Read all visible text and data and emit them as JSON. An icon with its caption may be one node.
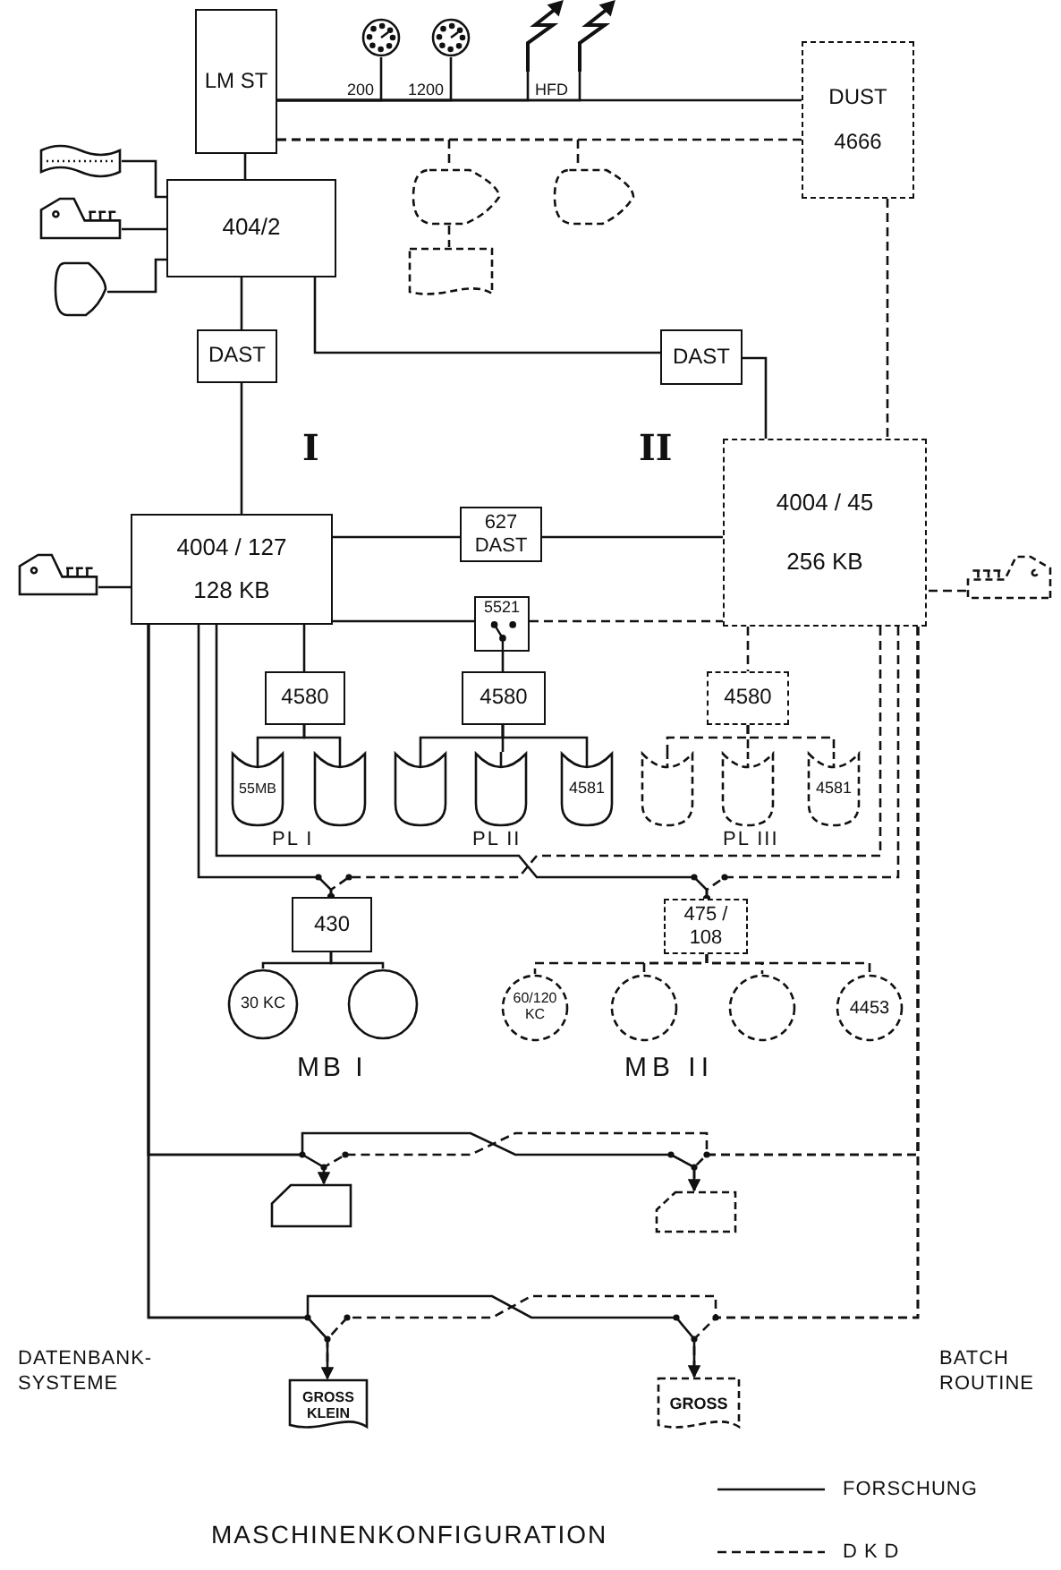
{
  "diagram": {
    "caption": "MASCHINENKONFIGURATION",
    "nodes": [
      {
        "text": [
          "LM ST"
        ]
      },
      {
        "text": [
          "DUST",
          "4666"
        ]
      },
      {
        "text": [
          "404/2"
        ]
      },
      {
        "text": [],
        "shape": "tape"
      },
      {
        "text": [],
        "shape": "console"
      },
      {
        "text": [],
        "shape": "display"
      },
      {
        "text": [
          "DAST"
        ]
      },
      {
        "text": [
          "DAST"
        ]
      },
      {
        "text": [
          "4004 / 127",
          "128 KB"
        ]
      },
      {
        "text": [
          "4004 / 45",
          "256 KB"
        ]
      },
      {
        "text": [
          "627",
          "DAST"
        ]
      },
      {
        "text": [
          "5521"
        ]
      },
      {
        "text": [],
        "shape": "console"
      },
      {
        "text": [],
        "shape": "console"
      },
      {
        "text": [
          "4580"
        ]
      },
      {
        "text": [
          "4580"
        ]
      },
      {
        "text": [
          "4580"
        ]
      },
      {
        "text": [
          "55MB"
        ]
      },
      {
        "text": [],
        "shape": "cylinder"
      },
      {
        "text": [],
        "shape": "cylinder"
      },
      {
        "text": [],
        "shape": "cylinder"
      },
      {
        "text": [
          "4581"
        ]
      },
      {
        "text": [],
        "shape": "cylinder"
      },
      {
        "text": [],
        "shape": "cylinder"
      },
      {
        "text": [
          "4581"
        ]
      },
      {
        "text": [],
        "shape": "display"
      },
      {
        "text": [],
        "shape": "display"
      },
      {
        "text": [],
        "shape": "document"
      },
      {
        "text": [],
        "shape": "dial"
      },
      {
        "text": [],
        "shape": "dial"
      },
      {
        "text": [],
        "shape": "lightning"
      },
      {
        "text": [],
        "shape": "lightning"
      },
      {
        "text": [
          "430"
        ]
      },
      {
        "text": [
          "475 / 108"
        ]
      },
      {
        "text": [
          "30 KC"
        ]
      },
      {
        "text": [],
        "shape": "circle"
      },
      {
        "text": [
          "60/120 KC"
        ]
      },
      {
        "text": [],
        "shape": "circle"
      },
      {
        "text": [],
        "shape": "circle"
      },
      {
        "text": [
          "4453"
        ]
      },
      {
        "text": [],
        "shape": "card"
      },
      {
        "text": [],
        "shape": "card"
      },
      {
        "text": [
          "GROSS KLEIN"
        ]
      },
      {
        "text": [
          "GROSS"
        ]
      }
    ],
    "edges": [
      {
        "from": 0,
        "to": 1,
        "arrow": "none"
      },
      {
        "from": 0,
        "to": 28,
        "arrow": "none"
      },
      {
        "from": 0,
        "to": 29,
        "arrow": "none"
      },
      {
        "from": 0,
        "to": 30,
        "arrow": "none"
      },
      {
        "from": 0,
        "to": 31,
        "arrow": "none"
      },
      {
        "from": 0,
        "to": 1,
        "arrow": "none",
        "style": "dashed"
      },
      {
        "from": 0,
        "to": 25,
        "arrow": "none",
        "style": "dashed"
      },
      {
        "from": 0,
        "to": 26,
        "arrow": "none",
        "style": "dashed"
      },
      {
        "from": 25,
        "to": 27,
        "arrow": "none",
        "style": "dashed"
      },
      {
        "from": 0,
        "to": 2,
        "arrow": "none"
      },
      {
        "from": 3,
        "to": 2,
        "arrow": "none"
      },
      {
        "from": 4,
        "to": 2,
        "arrow": "none"
      },
      {
        "from": 5,
        "to": 2,
        "arrow": "none"
      },
      {
        "from": 2,
        "to": 6,
        "arrow": "none"
      },
      {
        "from": 6,
        "to": 8,
        "arrow": "none"
      },
      {
        "from": 2,
        "to": 7,
        "arrow": "none"
      },
      {
        "from": 7,
        "to": 9,
        "arrow": "none"
      },
      {
        "from": 1,
        "to": 9,
        "arrow": "none",
        "style": "dashed"
      },
      {
        "from": 8,
        "to": 10,
        "arrow": "none"
      },
      {
        "from": 10,
        "to": 9,
        "arrow": "none"
      },
      {
        "from": 8,
        "to": 11,
        "arrow": "none"
      },
      {
        "from": 11,
        "to": 9,
        "arrow": "none",
        "style": "dashed"
      },
      {
        "from": 11,
        "to": 15,
        "arrow": "none"
      },
      {
        "from": 12,
        "to": 8,
        "arrow": "none"
      },
      {
        "from": 13,
        "to": 9,
        "arrow": "none",
        "style": "dashed"
      },
      {
        "from": 8,
        "to": 14,
        "arrow": "none"
      },
      {
        "from": 14,
        "to": 17,
        "arrow": "none"
      },
      {
        "from": 14,
        "to": 18,
        "arrow": "none"
      },
      {
        "from": 15,
        "to": 19,
        "arrow": "none"
      },
      {
        "from": 15,
        "to": 20,
        "arrow": "none"
      },
      {
        "from": 15,
        "to": 21,
        "arrow": "none"
      },
      {
        "from": 9,
        "to": 16,
        "arrow": "none",
        "style": "dashed"
      },
      {
        "from": 16,
        "to": 22,
        "arrow": "none",
        "style": "dashed"
      },
      {
        "from": 16,
        "to": 23,
        "arrow": "none",
        "style": "dashed"
      },
      {
        "from": 16,
        "to": 24,
        "arrow": "none",
        "style": "dashed"
      },
      {
        "from": 8,
        "to": 32,
        "arrow": "other"
      },
      {
        "from": 8,
        "to": 33,
        "arrow": "other"
      },
      {
        "from": 9,
        "to": 32,
        "arrow": "other",
        "style": "dashed"
      },
      {
        "from": 9,
        "to": 33,
        "arrow": "other",
        "style": "dashed"
      },
      {
        "from": 32,
        "to": 34,
        "arrow": "none"
      },
      {
        "from": 32,
        "to": 35,
        "arrow": "none"
      },
      {
        "from": 33,
        "to": 36,
        "arrow": "none",
        "style": "dashed"
      },
      {
        "from": 33,
        "to": 37,
        "arrow": "none",
        "style": "dashed"
      },
      {
        "from": 33,
        "to": 38,
        "arrow": "none",
        "style": "dashed"
      },
      {
        "from": 33,
        "to": 39,
        "arrow": "none",
        "style": "dashed"
      },
      {
        "from": 8,
        "to": 40,
        "arrow": "to"
      },
      {
        "from": 8,
        "to": 41,
        "arrow": "to"
      },
      {
        "from": 9,
        "to": 40,
        "arrow": "to",
        "style": "dashed"
      },
      {
        "from": 9,
        "to": 41,
        "arrow": "to",
        "style": "dashed"
      },
      {
        "from": 8,
        "to": 42,
        "arrow": "to"
      },
      {
        "from": 8,
        "to": 43,
        "arrow": "to"
      },
      {
        "from": 9,
        "to": 42,
        "arrow": "to",
        "style": "dashed"
      },
      {
        "from": 9,
        "to": 43,
        "arrow": "to",
        "style": "dashed"
      }
    ],
    "labels": [
      "200",
      "1200",
      "HFD",
      "I",
      "II",
      "PL I",
      "PL II",
      "PL III",
      "MB I",
      "MB II",
      "DATENBANK-SYSTEME",
      "BATCH ROUTINE"
    ],
    "legend": [
      {
        "text": "FORSCHUNG"
      },
      {
        "text": "DKD"
      }
    ]
  }
}
